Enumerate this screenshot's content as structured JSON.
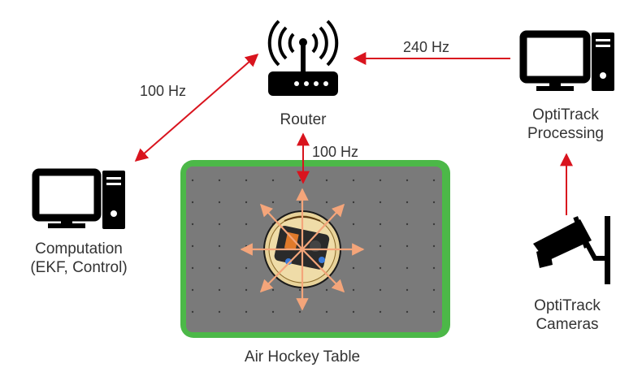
{
  "nodes": {
    "router": {
      "label": "Router",
      "icon": "wifi-router-icon"
    },
    "optitrack_processing": {
      "label_line1": "OptiTrack",
      "label_line2": "Processing",
      "icon": "desktop-computer-icon"
    },
    "computation": {
      "label_line1": "Computation",
      "label_line2": "(EKF, Control)",
      "icon": "desktop-computer-icon"
    },
    "optitrack_cameras": {
      "label_line1": "OptiTrack",
      "label_line2": "Cameras",
      "icon": "security-camera-icon"
    },
    "air_hockey_table": {
      "label": "Air Hockey Table",
      "icon": "hovercraft-robot-icon"
    }
  },
  "links": {
    "processing_to_router": {
      "rate": "240 Hz"
    },
    "router_to_computation": {
      "rate": "100 Hz"
    },
    "router_to_table": {
      "rate": "100 Hz"
    }
  },
  "colors": {
    "arrow": "#d9141e",
    "table_surface": "#7a7a7a",
    "table_border": "#4cb848",
    "thrust_arrows": "#f4a57a",
    "icon": "#000000"
  }
}
